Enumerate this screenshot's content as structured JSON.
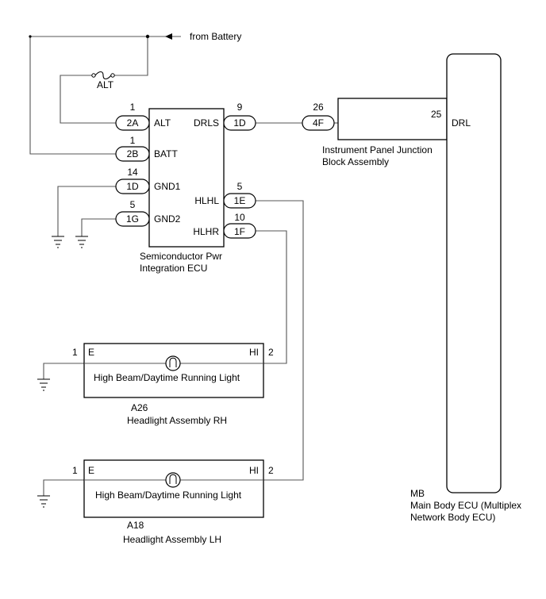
{
  "source_label": "from Battery",
  "fuse_label": "ALT",
  "spi_ecu": {
    "name_line1": "Semiconductor Pwr",
    "name_line2": "Integration ECU",
    "pins": {
      "alt": "ALT",
      "batt": "BATT",
      "gnd1": "GND1",
      "gnd2": "GND2",
      "drls": "DRLS",
      "hlhl": "HLHL",
      "hlhr": "HLHR"
    }
  },
  "connectors": {
    "c_2a": {
      "id": "2A",
      "pin": "1"
    },
    "c_2b": {
      "id": "2B",
      "pin": "1"
    },
    "c_1d_gnd": {
      "id": "1D",
      "pin": "14"
    },
    "c_1g": {
      "id": "1G",
      "pin": "5"
    },
    "c_1d_drls": {
      "id": "1D",
      "pin": "9"
    },
    "c_1e": {
      "id": "1E",
      "pin": "5"
    },
    "c_1f": {
      "id": "1F",
      "pin": "10"
    },
    "c_4f": {
      "id": "4F",
      "pin": "26"
    }
  },
  "junction_block": {
    "name_line1": "Instrument Panel Junction",
    "name_line2": "Block Assembly",
    "pin": "25"
  },
  "main_body_ecu": {
    "code": "MB",
    "name_line1": "Main Body ECU (Multiplex",
    "name_line2": "Network Body ECU)",
    "pin_label": "DRL"
  },
  "headlight_rh": {
    "code": "A26",
    "name": "Headlight Assembly RH",
    "inner_label": "High Beam/Daytime Running Light",
    "left_pin": "1",
    "left_label": "E",
    "right_label": "HI",
    "right_pin": "2"
  },
  "headlight_lh": {
    "code": "A18",
    "name": "Headlight Assembly LH",
    "inner_label": "High Beam/Daytime Running Light",
    "left_pin": "1",
    "left_label": "E",
    "right_label": "HI",
    "right_pin": "2"
  }
}
